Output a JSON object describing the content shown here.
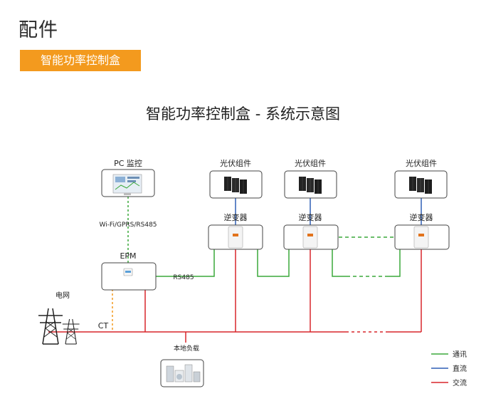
{
  "header": {
    "title": "配件",
    "tag": "智能功率控制盒"
  },
  "diagram": {
    "title": "智能功率控制盒 - 系统示意图",
    "pc_label": "PC 监控",
    "comm_label": "Wi-Fi/GPRS/RS485",
    "epm_label": "EPM",
    "rs485_label": "RS485",
    "grid_label": "电网",
    "ct_label": "CT",
    "load_label": "本地负载",
    "pv_label": "光伏组件",
    "inverter_label": "逆变器"
  },
  "legend": {
    "items": [
      {
        "label": "通讯",
        "color": "#3aa83a"
      },
      {
        "label": "直流",
        "color": "#2f5fb5"
      },
      {
        "label": "交流",
        "color": "#d9262b"
      }
    ]
  },
  "colors": {
    "accent": "#f39a1e",
    "comm": "#3aa83a",
    "dc": "#2f5fb5",
    "ac": "#d9262b",
    "ct": "#f39a1e"
  }
}
